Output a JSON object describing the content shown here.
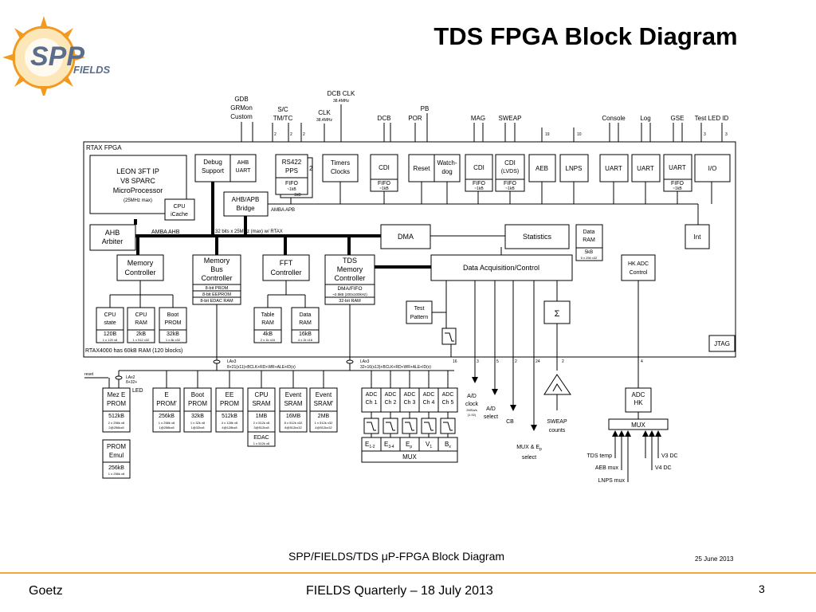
{
  "title": "TDS FPGA Block Diagram",
  "logo": {
    "text_main": "SPP",
    "text_sub": "FIELDS"
  },
  "ext_top": {
    "gdb": [
      "GDB",
      "GRMon",
      "Custom"
    ],
    "sctm": [
      "S/C",
      "TM/TC"
    ],
    "dcbclk": "DCB CLK",
    "dcbclk_freq": "38.4MHz",
    "clk": "CLK",
    "clk_freq": "38.4MHz",
    "dcb": "DCB",
    "pb": "PB",
    "por": "POR",
    "mag": "MAG",
    "sweap": "SWEAP",
    "console": "Console",
    "log": "Log",
    "gse": "GSE",
    "testled": "Test LED ID"
  },
  "bus_widths": {
    "w_2a": "2",
    "w_2b": "2",
    "w_2c": "2",
    "w_19": "19",
    "w_10": "10",
    "w_3a": "3",
    "w_3b": "3"
  },
  "fpga": {
    "label": "RTAX FPGA",
    "leon": [
      "LEON 3FT IP",
      "V8 SPARC",
      "MicroProcessor",
      "(25MHz max)"
    ],
    "cpu_icache": [
      "CPU",
      "iCache"
    ],
    "debug": [
      "Debug",
      "Support"
    ],
    "ahb_uart": [
      "AHB",
      "UART"
    ],
    "ahb_apb": [
      "AHB/APB",
      "Bridge"
    ],
    "amba_apb": "AMBA APB",
    "rs422": [
      "RS422",
      "PPS"
    ],
    "rs422_fifo": "FIFO",
    "rs422_fifo_size": "~1kB",
    "rs422_fifo_size2": "~1kB",
    "rs422_mult": "2",
    "timers": [
      "Timers",
      "Clocks"
    ],
    "cdi1": "CDI",
    "cdi1_fifo": "FIFO",
    "cdi1_fifo_size": "~1kB",
    "reset": "Reset",
    "watchdog": [
      "Watch-",
      "dog"
    ],
    "cdi2": "CDI",
    "cdi2_fifo": "FIFO",
    "cdi2_fifo_size": "~1kB",
    "cdi3": [
      "CDI",
      "(LVDS)"
    ],
    "cdi3_fifo": "FIFO",
    "cdi3_fifo_size": "~1kB",
    "aeb": "AEB",
    "lnps": "LNPS",
    "uart1": "UART",
    "uart2": "UART",
    "uart3": "UART",
    "uart3_fifo": "FIFO",
    "uart3_fifo_size": "~1kB",
    "io": "I/O",
    "ahb_arbiter": [
      "AHB",
      "Arbiter"
    ],
    "amba_ahb": "AMBA AHB",
    "ahb_bus_note": "32 bits x 25MHz (max) w/ RTAX",
    "dma": "DMA",
    "statistics": "Statistics",
    "data_ram": [
      "Data",
      "RAM"
    ],
    "data_ram_size": "5kB",
    "data_ram_org": "5 x 256 x32",
    "int": "Int",
    "mem_ctrl": [
      "Memory",
      "Controller"
    ],
    "mem_bus_ctrl": [
      "Memory",
      "Bus",
      "Controller"
    ],
    "mem_bus_rows": [
      "8-bit PROM",
      "8-bit EEPROM",
      "8-bit EDAC RAM"
    ],
    "fft_ctrl": [
      "FFT",
      "Controller"
    ],
    "tds_mem_ctrl": [
      "TDS",
      "Memory",
      "Controller"
    ],
    "tds_mem_rows": [
      "DMA/FIFO",
      "~2.5kB (200x100kHz)",
      "32-bit RAM"
    ],
    "daq": "Data Acquisition/Control",
    "hk_adc": [
      "HK ADC",
      "Control"
    ],
    "cpu_state": [
      "CPU",
      "state"
    ],
    "cpu_state_size": "120B",
    "cpu_state_org": "1 x 120 x8",
    "cpu_ram": [
      "CPU",
      "RAM"
    ],
    "cpu_ram_size": "2kB",
    "cpu_ram_org": "1 x 512 x32",
    "boot_prom": [
      "Boot",
      "PROM"
    ],
    "boot_prom_size": "32kB",
    "boot_prom_org": "1 x 8k x32",
    "table_ram": [
      "Table",
      "RAM"
    ],
    "table_ram_size": "4kB",
    "table_ram_org": "2 x 1k x16",
    "data_ram2": [
      "Data",
      "RAM"
    ],
    "data_ram2_size": "16kB",
    "data_ram2_org": "4 x 2k x16",
    "test_pattern": [
      "Test",
      "Pattern"
    ],
    "sigma": "Σ",
    "jtag": "JTAG",
    "total_ram": "RTAX4000 has 60kB RAM (120 blocks)"
  },
  "ext_bottom": {
    "bus1_label": "LAx3",
    "bus1_note": "8+21(x11)+BCLK+RD+WR+ALE+ID(x)",
    "bus2_label": "LAx3",
    "bus2_note": "32+16(x13)+BCLK+RD+WR+ALE+ID(x)",
    "w16": "16",
    "w3": "3",
    "w5": "5",
    "w2a": "2",
    "w24": "24",
    "w2b": "2",
    "w4": "4",
    "reset": "reset",
    "lax2": "LAx2",
    "lax2_note": "8+32+",
    "led": "LED",
    "mez_eprom": [
      "Mez E",
      "PROM"
    ],
    "mez_eprom_size": "512kB",
    "mez_eprom_org": [
      "2 x 256k x8",
      "2@256kx8"
    ],
    "eprom": [
      "E",
      "PROM'"
    ],
    "eprom_size": "256kB",
    "eprom_org": [
      "1 x 256k x8",
      "1@256kx8"
    ],
    "boot_prom": [
      "Boot",
      "PROM"
    ],
    "boot_prom_size": "32kB",
    "boot_prom_org": [
      "1 x 32k x8",
      "1@32kx8"
    ],
    "ee_prom": [
      "EE",
      "PROM"
    ],
    "ee_prom_size": "512kB",
    "ee_prom_org": [
      "4 x 128k x8",
      "4@128kx8"
    ],
    "cpu_sram": [
      "CPU",
      "SRAM"
    ],
    "cpu_sram_size": "1MB",
    "cpu_sram_org": [
      "2 x 512k x8",
      "3@512kx8"
    ],
    "edac": "EDAC",
    "edac_org": "1 x 512k x8",
    "event_sram": [
      "Event",
      "SRAM"
    ],
    "event_sram_size": "16MB",
    "event_sram_org": [
      "8 x 512k x32",
      "8@512kx32"
    ],
    "event_sram2": [
      "Event",
      "SRAM'"
    ],
    "event_sram2_size": "2MB",
    "event_sram2_org": [
      "1 x 512k x32",
      "4@512kx32"
    ],
    "prom_emul": [
      "PROM",
      "Emul"
    ],
    "prom_emul_size": "256kB",
    "prom_emul_org": "1 x 256k x8",
    "adc": [
      [
        "ADC",
        "Ch 1"
      ],
      [
        "ADC",
        "Ch 2"
      ],
      [
        "ADC",
        "Ch 3"
      ],
      [
        "ADC",
        "Ch 4"
      ],
      [
        "ADC",
        "Ch 5"
      ]
    ],
    "mux_inputs": [
      "E",
      "E",
      "E",
      "V",
      "B"
    ],
    "mux_subs": [
      "1-2",
      "3-4",
      "p",
      "1",
      "x"
    ],
    "mux": "MUX",
    "ad_clock": [
      "A/D",
      "clock"
    ],
    "ad_clock_note": [
      "2MSa/s",
      "(1.92)"
    ],
    "ad_select": [
      "A/D",
      "select"
    ],
    "cb": "CB",
    "mux_ep": [
      "MUX & E",
      "select"
    ],
    "mux_ep_sub": "p",
    "sweap_counts": [
      "SWEAP",
      "counts"
    ],
    "adc_hk": [
      "ADC",
      "HK"
    ],
    "hk_mux": "MUX",
    "hk_inputs": [
      "TDS temp",
      "AEB mux",
      "LNPS mux",
      "V3 DC",
      "V4 DC"
    ]
  },
  "caption": {
    "main": "SPP/FIELDS/TDS μP-FPGA Block Diagram",
    "date": "25 June 2013"
  },
  "footer": {
    "author": "Goetz",
    "meeting": "FIELDS Quarterly – 18 July 2013",
    "page": "3"
  },
  "colors": {
    "rule": "#f3a93a",
    "logo_sun": "#f29a1f",
    "logo_text": "#5a6e8c"
  }
}
